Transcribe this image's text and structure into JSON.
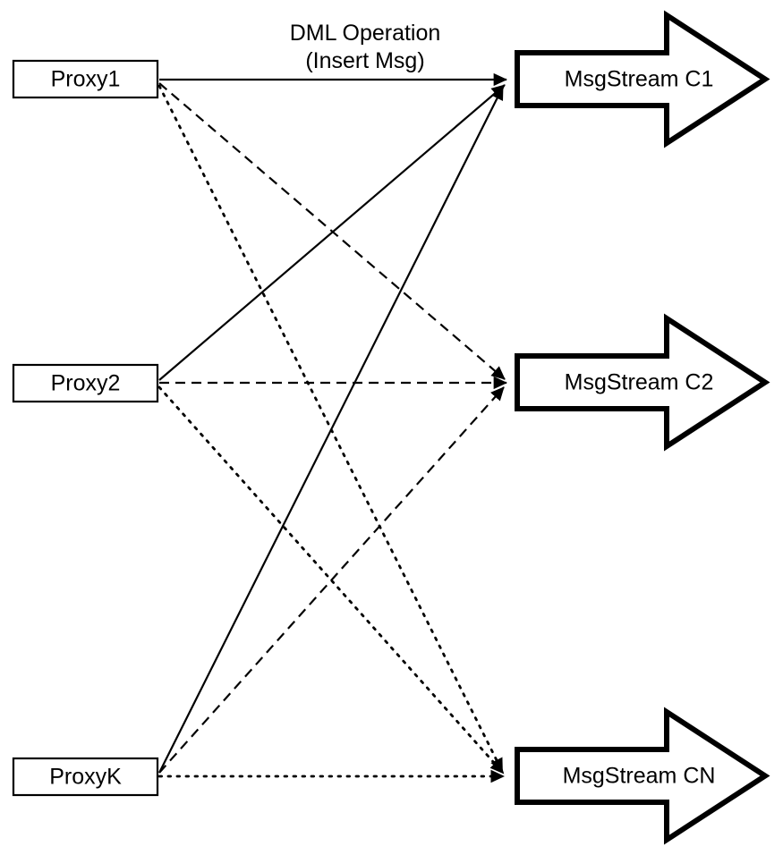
{
  "diagram": {
    "title": "Proxy to MsgStream routing diagram",
    "background_color": "#ffffff",
    "stroke_color": "#000000",
    "annotation": {
      "line1": "DML Operation",
      "line2": "(Insert Msg)"
    },
    "proxies": [
      {
        "id": "proxy1",
        "label": "Proxy1"
      },
      {
        "id": "proxy2",
        "label": "Proxy2"
      },
      {
        "id": "proxyK",
        "label": "ProxyK"
      }
    ],
    "streams": [
      {
        "id": "c1",
        "label": "MsgStream C1",
        "line_style": "solid"
      },
      {
        "id": "c2",
        "label": "MsgStream C2",
        "line_style": "dashed"
      },
      {
        "id": "cn",
        "label": "MsgStream CN",
        "line_style": "dotted"
      }
    ],
    "connections": [
      {
        "from": "proxy1",
        "to": "c1",
        "style": "solid"
      },
      {
        "from": "proxy1",
        "to": "c2",
        "style": "dashed"
      },
      {
        "from": "proxy1",
        "to": "cn",
        "style": "dotted"
      },
      {
        "from": "proxy2",
        "to": "c1",
        "style": "solid"
      },
      {
        "from": "proxy2",
        "to": "c2",
        "style": "dashed"
      },
      {
        "from": "proxy2",
        "to": "cn",
        "style": "dotted"
      },
      {
        "from": "proxyK",
        "to": "c1",
        "style": "solid"
      },
      {
        "from": "proxyK",
        "to": "c2",
        "style": "dashed"
      },
      {
        "from": "proxyK",
        "to": "cn",
        "style": "dotted"
      }
    ]
  }
}
